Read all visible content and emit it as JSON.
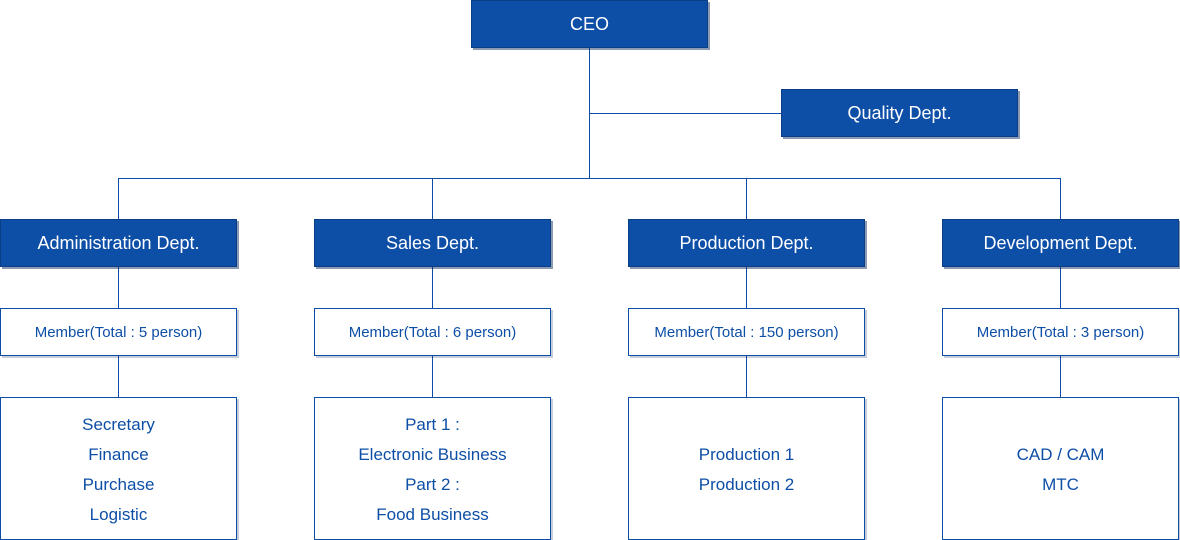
{
  "ceo": {
    "label": "CEO"
  },
  "quality": {
    "label": "Quality Dept."
  },
  "departments": [
    {
      "name": "Administration Dept.",
      "members": "Member(Total : 5 person)",
      "items": [
        "Secretary",
        "Finance",
        "Purchase",
        "Logistic"
      ]
    },
    {
      "name": "Sales Dept.",
      "members": "Member(Total : 6 person)",
      "items": [
        "Part 1 :",
        "Electronic Business",
        "Part 2 :",
        "Food Business"
      ]
    },
    {
      "name": "Production Dept.",
      "members": "Member(Total : 150 person)",
      "items": [
        "Production 1",
        "Production 2"
      ]
    },
    {
      "name": "Development Dept.",
      "members": "Member(Total : 3 person)",
      "items": [
        "CAD / CAM",
        "MTC"
      ]
    }
  ],
  "colors": {
    "primary": "#0d4ea6",
    "line": "#0a4ea8"
  }
}
